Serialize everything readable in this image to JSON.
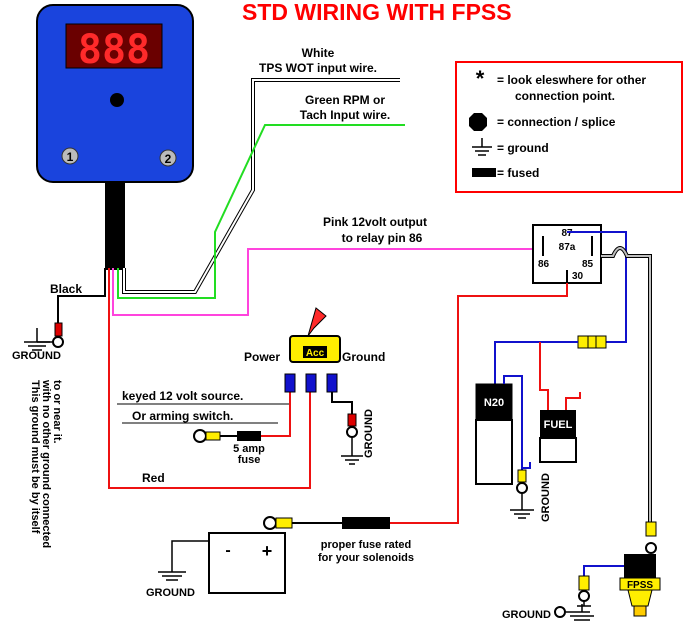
{
  "title": "STD WIRING WITH FPSS",
  "display": {
    "digits": "888",
    "terminal_1": "1",
    "terminal_2": "2"
  },
  "labels": {
    "white_line1": "White",
    "white_line2": "TPS WOT input wire.",
    "green_line1": "Green RPM or",
    "green_line2": "Tach Input wire.",
    "pink_line1": "Pink 12volt output",
    "pink_line2": "to relay pin 86",
    "black": "Black",
    "red": "Red",
    "keyed_line1": "keyed 12 volt source.",
    "keyed_line2": "Or arming switch.",
    "fuse_line1": "5 amp",
    "fuse_line2": "fuse",
    "proper_fuse_line1": "proper fuse rated",
    "proper_fuse_line2": "for your solenoids",
    "ground_note_line1": "This ground must be by itself",
    "ground_note_line2": "with no other ground connected",
    "ground_note_line3": "to or near it."
  },
  "switch": {
    "power": "Power",
    "acc": "Acc",
    "ground": "Ground"
  },
  "relay": {
    "pin87": "87",
    "pin87a": "87a",
    "pin86": "86",
    "pin85": "85",
    "pin30": "30"
  },
  "solenoids": {
    "n2o": "N20",
    "fuel": "FUEL",
    "fpss": "FPSS"
  },
  "battery": {
    "minus": "-",
    "plus": "+"
  },
  "grounds": {
    "left": "GROUND",
    "switch": "GROUND",
    "solenoid": "GROUND",
    "battery": "GROUND",
    "fpss": "GROUND"
  },
  "legend": {
    "star_symbol": "*",
    "star_text_line1": "= look eleswhere for other",
    "star_text_line2": "connection point.",
    "connection": "= connection  / splice",
    "ground": "= ground",
    "fused": "= fused"
  },
  "colors": {
    "title": "#ff0000",
    "device": "#1a44dd",
    "display_digits": "#ff2a2a",
    "wire_white": "#bfbfbf",
    "wire_green": "#22dd22",
    "wire_pink": "#ff44dd",
    "wire_red": "#ee1111",
    "wire_blue": "#1111cc",
    "terminal_yellow": "#ffee00",
    "legend_border": "#ff0000"
  }
}
